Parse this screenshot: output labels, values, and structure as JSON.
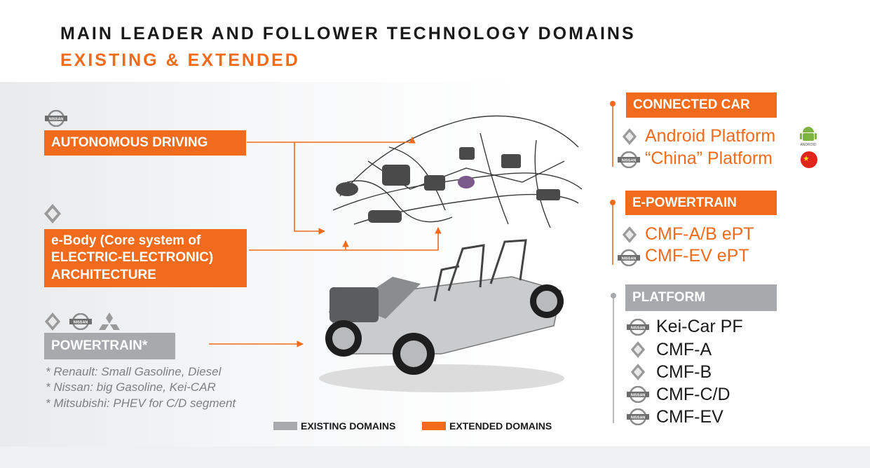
{
  "header": {
    "title": "MAIN LEADER AND FOLLOWER TECHNOLOGY DOMAINS",
    "subtitle": "EXISTING & EXTENDED"
  },
  "colors": {
    "extended": "#f26a1b",
    "existing": "#a7a9ac",
    "text": "#1a1a1a"
  },
  "left": {
    "autonomous_driving": {
      "label": "AUTONOMOUS DRIVING",
      "logos": [
        "nissan-logo"
      ]
    },
    "ebody": {
      "label_lines": [
        "e-Body (Core system of",
        "ELECTRIC-ELECTRONIC)",
        "ARCHITECTURE"
      ],
      "logos": [
        "renault-logo"
      ]
    },
    "powertrain": {
      "label": "POWERTRAIN*",
      "logos": [
        "renault-logo",
        "nissan-logo",
        "mitsubishi-logo"
      ],
      "notes": [
        "* Renault: Small Gasoline, Diesel",
        "* Nissan: big Gasoline, Kei-CAR",
        "* Mitsubishi: PHEV for C/D segment"
      ]
    }
  },
  "right": {
    "connected_car": {
      "label": "CONNECTED CAR",
      "items": [
        {
          "text": "Android Platform",
          "logo": "renault-logo",
          "badge": "android-icon",
          "badge_text": "ANDROID"
        },
        {
          "text": "“China” Platform",
          "logo": "nissan-logo",
          "badge": "china-flag-icon"
        }
      ]
    },
    "epowertrain": {
      "label": "E-POWERTRAIN",
      "items": [
        {
          "text": "CMF-A/B ePT",
          "logo": "renault-logo"
        },
        {
          "text": "CMF-EV ePT",
          "logo": "nissan-logo"
        }
      ]
    },
    "platform": {
      "label": "PLATFORM",
      "items": [
        {
          "text": "Kei-Car PF",
          "logo": "nissan-logo"
        },
        {
          "text": "CMF-A",
          "logo": "renault-logo"
        },
        {
          "text": "CMF-B",
          "logo": "renault-logo"
        },
        {
          "text": "CMF-C/D",
          "logo": "nissan-logo"
        },
        {
          "text": "CMF-EV",
          "logo": "nissan-logo"
        }
      ]
    }
  },
  "legend": {
    "existing": "EXISTING DOMAINS",
    "extended": "EXTENDED DOMAINS"
  },
  "logo_text": {
    "nissan": "NISSAN"
  }
}
